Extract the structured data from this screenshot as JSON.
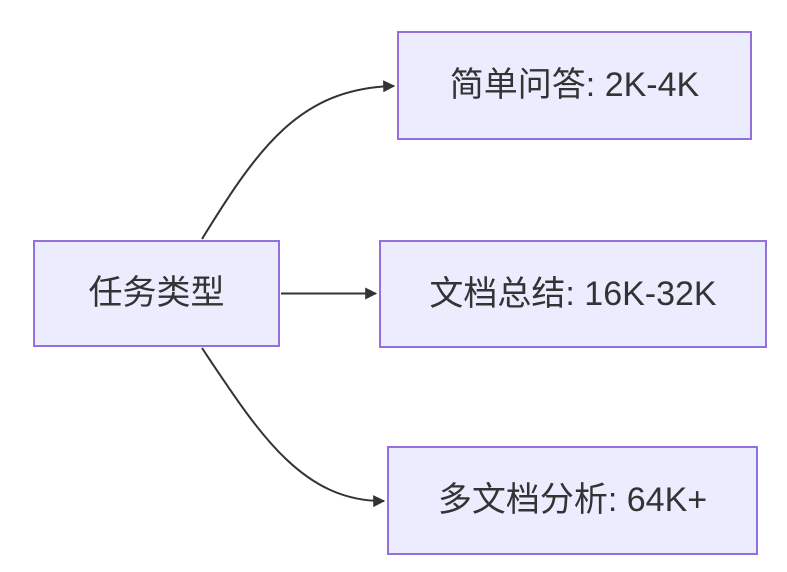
{
  "diagram": {
    "type": "flowchart",
    "direction": "left-to-right",
    "colors": {
      "node_fill": "#ECECFF",
      "node_border": "#9370DB",
      "edge": "#333333",
      "text": "#333333",
      "background": "#FFFFFF"
    },
    "nodes": [
      {
        "id": "task-type",
        "label": "任务类型"
      },
      {
        "id": "simple-qa",
        "label": "简单问答: 2K-4K"
      },
      {
        "id": "doc-summary",
        "label": "文档总结: 16K-32K"
      },
      {
        "id": "multi-doc",
        "label": "多文档分析: 64K+"
      }
    ],
    "edges": [
      {
        "from": "任务类型",
        "to": "简单问答: 2K-4K"
      },
      {
        "from": "任务类型",
        "to": "文档总结: 16K-32K"
      },
      {
        "from": "任务类型",
        "to": "多文档分析: 64K+"
      }
    ]
  }
}
